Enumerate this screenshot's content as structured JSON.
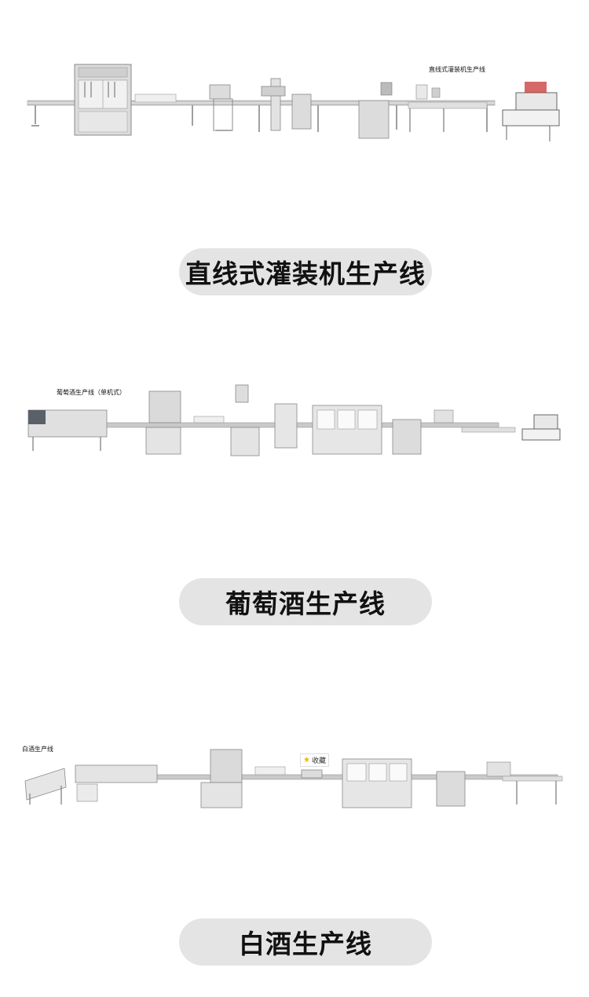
{
  "sections": [
    {
      "small_label": "直线式灌装机生产线",
      "title": "直线式灌装机生产线"
    },
    {
      "small_label": "葡萄酒生产线（单机式）",
      "title": "葡萄酒生产线"
    },
    {
      "small_label": "白酒生产线",
      "title": "白酒生产线",
      "badge": "收藏"
    }
  ],
  "colors": {
    "pill_bg": "#e4e4e4",
    "machine_body": "#d9d9d9",
    "machine_dark": "#8a8a8a",
    "conveyor": "#bfbfbf"
  }
}
